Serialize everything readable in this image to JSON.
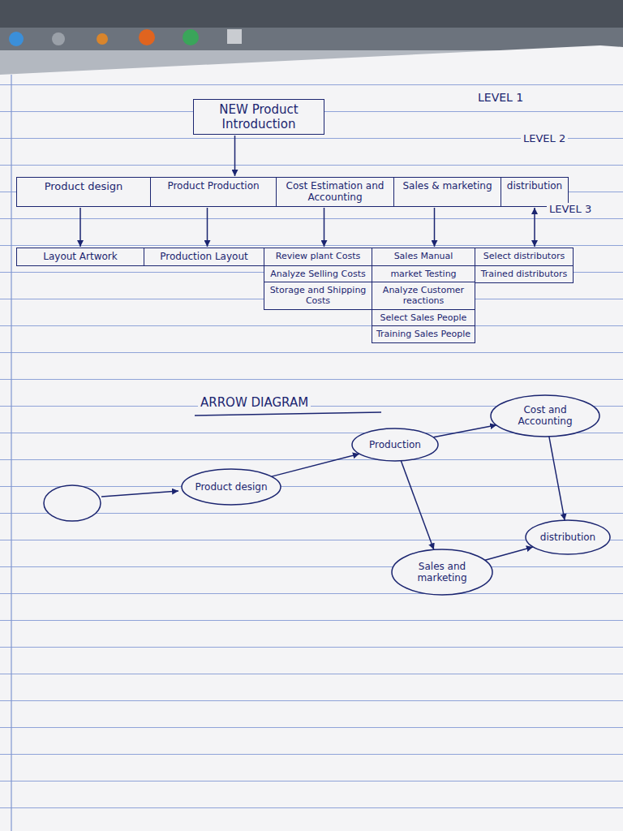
{
  "diagram": {
    "nodes": [
      {
        "text": [
          "NEW Product Introduction"
        ]
      },
      {
        "text": [
          "Product design"
        ]
      },
      {
        "text": [
          "Product Production"
        ]
      },
      {
        "text": [
          "Cost Estimation and Accounting"
        ]
      },
      {
        "text": [
          "Sales & marketing"
        ]
      },
      {
        "text": [
          "distribution"
        ]
      },
      {
        "text": [
          "Layout Artwork"
        ]
      },
      {
        "text": [
          "Production Layout"
        ]
      },
      {
        "text": [
          "Review plant Costs"
        ]
      },
      {
        "text": [
          "Sales Manual"
        ]
      },
      {
        "text": [
          "Select distributors"
        ]
      },
      {
        "text": [
          "Analyze Selling Costs"
        ]
      },
      {
        "text": [
          "market Testing"
        ]
      },
      {
        "text": [
          "Trained distributors"
        ]
      },
      {
        "text": [
          "Storage and Shipping Costs"
        ]
      },
      {
        "text": [
          "Analyze Customer reactions"
        ]
      },
      {
        "text": [
          "Select Sales People"
        ]
      },
      {
        "text": [
          "Training Sales People"
        ]
      },
      {
        "text": [
          "Product design"
        ]
      },
      {
        "text": [
          "Production"
        ]
      },
      {
        "text": [
          "Cost and Accounting"
        ]
      },
      {
        "text": [
          "Sales and marketing"
        ]
      },
      {
        "text": [
          "distribution"
        ]
      }
    ],
    "edges": [
      {
        "from": 0,
        "to": 2,
        "arrow": "to"
      },
      {
        "from": 1,
        "to": 6,
        "arrow": "to"
      },
      {
        "from": 2,
        "to": 7,
        "arrow": "to"
      },
      {
        "from": 3,
        "to": 8,
        "arrow": "to"
      },
      {
        "from": 4,
        "to": 9,
        "arrow": "to"
      },
      {
        "from": 5,
        "to": 10,
        "arrow": "both"
      },
      {
        "from": 18,
        "to": 19,
        "arrow": "to"
      },
      {
        "from": 19,
        "to": 20,
        "arrow": "to"
      },
      {
        "from": 20,
        "to": 22,
        "arrow": "to"
      },
      {
        "from": 19,
        "to": 21,
        "arrow": "to"
      },
      {
        "from": 21,
        "to": 22,
        "arrow": "to"
      }
    ],
    "labels": [
      "LEVEL 1",
      "LEVEL 2",
      "LEVEL 3",
      "ARROW DIAGRAM"
    ]
  }
}
